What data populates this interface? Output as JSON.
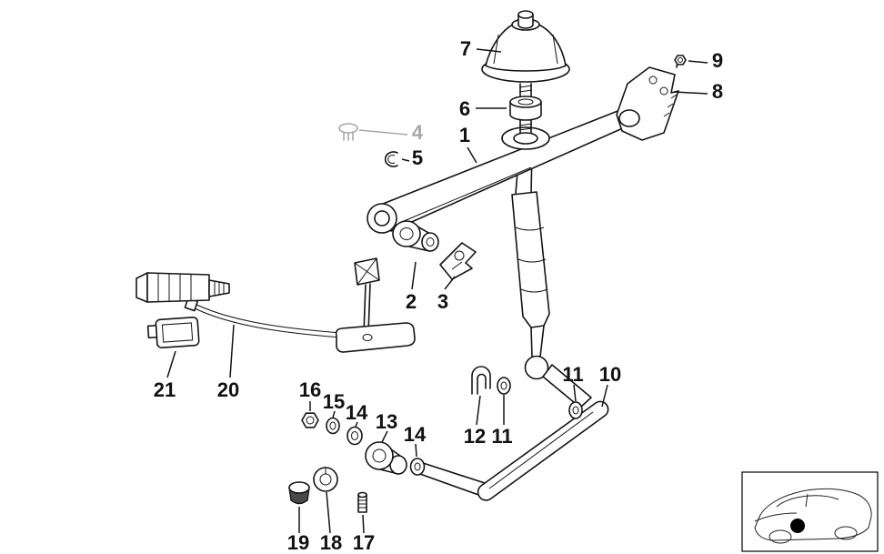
{
  "diagram": {
    "title": "Gearshift linkage exploded parts diagram",
    "colors": {
      "background": "#ffffff",
      "line": "#141414",
      "muted_label": "#a8a8a8",
      "marker": "#000000"
    },
    "labels": {
      "n7": "7",
      "n9": "9",
      "n8": "8",
      "n6": "6",
      "n4": "4",
      "n1": "1",
      "n5": "5",
      "n2": "2",
      "n3": "3",
      "n21": "21",
      "n20": "20",
      "n16": "16",
      "n15": "15",
      "n14a": "14",
      "n13": "13",
      "n14b": "14",
      "n12": "12",
      "n11a": "11",
      "n11b": "11",
      "n10": "10",
      "n19": "19",
      "n18": "18",
      "n17": "17"
    },
    "icons": {
      "inset": "car-side-icon",
      "inset_marker": "position-dot-icon"
    }
  }
}
